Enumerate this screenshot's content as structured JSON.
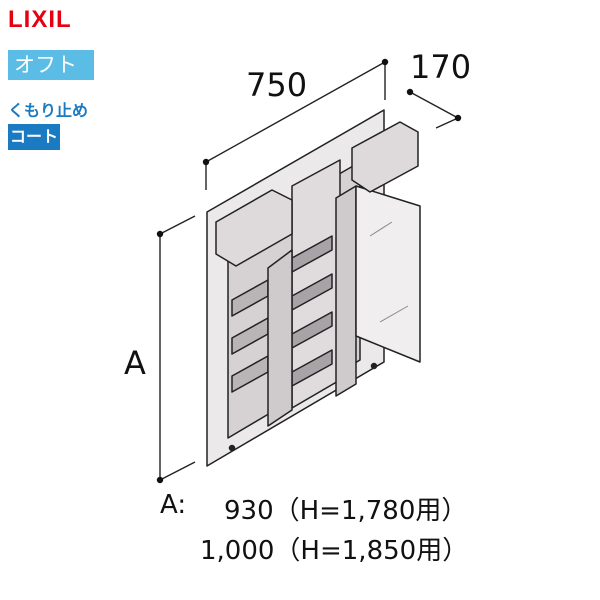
{
  "brand": {
    "name": "LIXIL",
    "color": "#e60012"
  },
  "tags": {
    "color_label": "オフト",
    "color_bg": "#5bbde6",
    "coat_part1": "くもり止め",
    "coat_part2": "コート",
    "coat_bg": "#1a7ac2"
  },
  "dimensions": {
    "width": "750",
    "depth": "170",
    "height": "A"
  },
  "notes": {
    "a_prefix": "A:",
    "line1": "930（H=1,780用）",
    "line2": "1,000（H=1,850用）"
  }
}
